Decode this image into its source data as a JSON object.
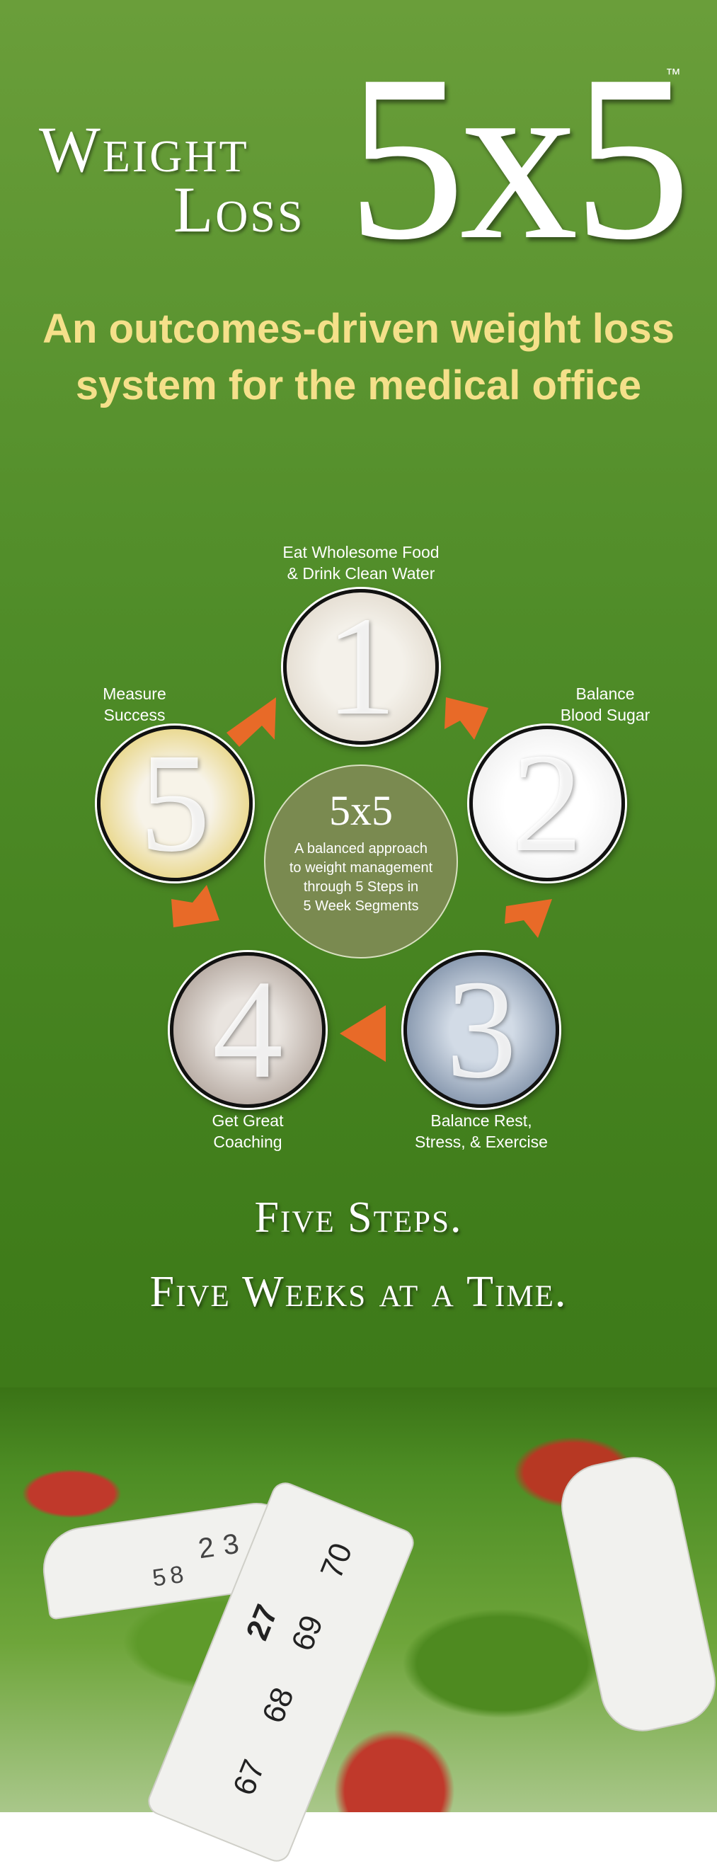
{
  "logo": {
    "word1": "Weight",
    "word2": "Loss",
    "mark": "5x5",
    "tm": "™"
  },
  "tagline": {
    "line1": "An outcomes-driven weight loss",
    "line2": "system for the medical office"
  },
  "center": {
    "title": "5x5",
    "line1": "A balanced approach",
    "line2": "to weight management",
    "line3": "through 5 Steps in",
    "line4": "5 Week Segments"
  },
  "steps": [
    {
      "number": "1",
      "line1": "Eat Wholesome Food",
      "line2": "& Drink Clean Water"
    },
    {
      "number": "2",
      "line1": "Balance",
      "line2": "Blood Sugar"
    },
    {
      "number": "3",
      "line1": "Balance Rest,",
      "line2": "Stress, & Exercise"
    },
    {
      "number": "4",
      "line1": "Get Great",
      "line2": "Coaching"
    },
    {
      "number": "5",
      "line1": "Measure",
      "line2": "Success"
    }
  ],
  "slogan": {
    "line1": "Five Steps.",
    "line2": "Five Weeks at a Time."
  },
  "tape_numbers": [
    "2",
    "3",
    "5",
    "8",
    "70",
    "69",
    "27",
    "68",
    "67"
  ],
  "colors": {
    "background": "#4f8c28",
    "tagline": "#f5e08a",
    "arrow": "#e86a28",
    "center_circle": "#7a8a50"
  }
}
